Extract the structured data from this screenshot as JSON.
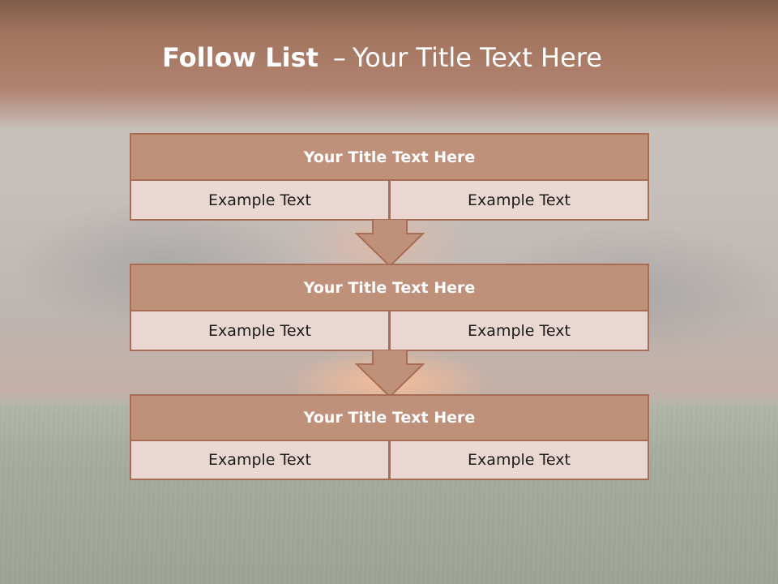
{
  "slide": {
    "title_bold": "Follow List",
    "title_dash": "–",
    "title_rest": "Your Title Text Here"
  },
  "colors": {
    "header_fill": "#c0917a",
    "cell_fill": "#ead7d2",
    "border": "#a86e55",
    "arrow_fill": "#c0917a"
  },
  "steps": [
    {
      "title": "Your Title Text Here",
      "left": "Example Text",
      "right": "Example Text"
    },
    {
      "title": "Your Title Text Here",
      "left": "Example Text",
      "right": "Example Text"
    },
    {
      "title": "Your Title Text Here",
      "left": "Example Text",
      "right": "Example Text"
    }
  ],
  "connectors": [
    "down-arrow-icon",
    "down-arrow-icon"
  ]
}
